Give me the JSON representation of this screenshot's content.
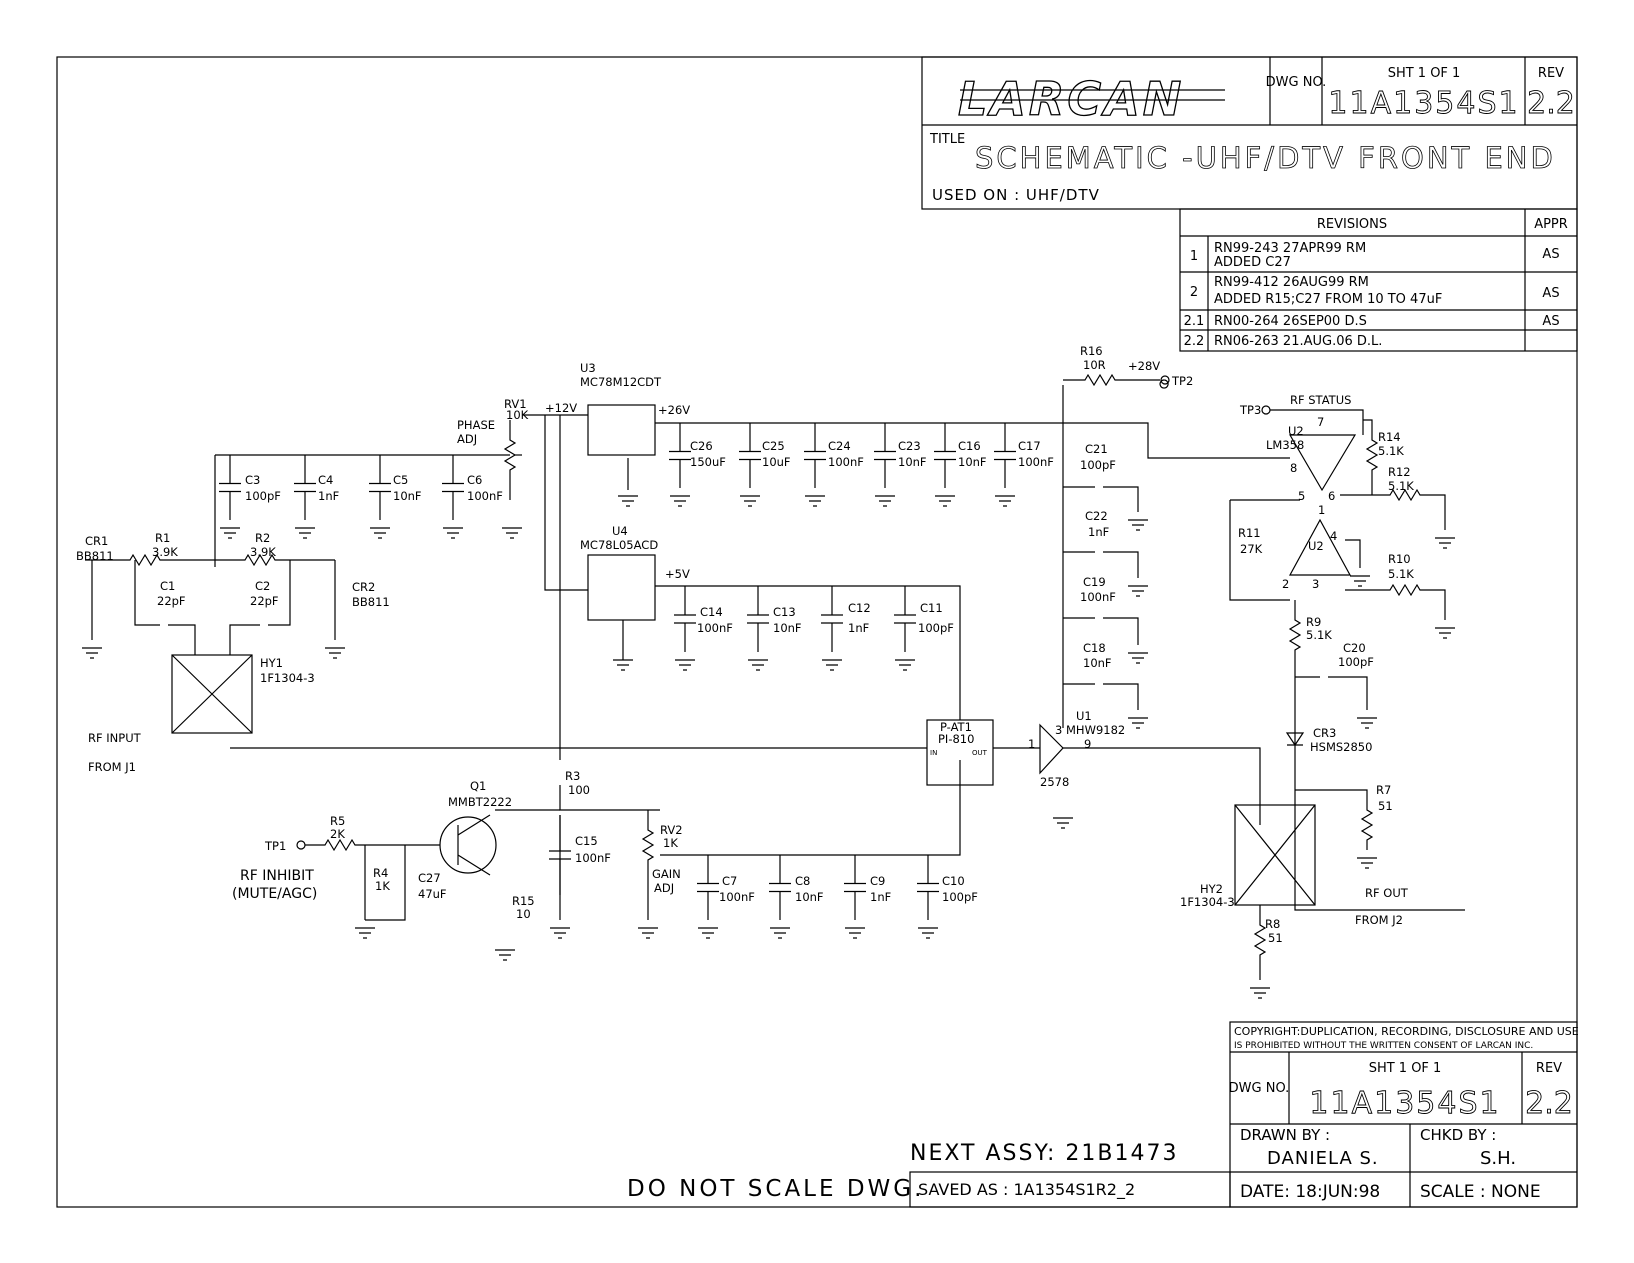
{
  "title_block_top": {
    "logo_text": "LARCAN",
    "dwg_no_label": "DWG NO.",
    "sheet_label": "SHT 1 OF 1",
    "dwg_number": "11A1354S1",
    "rev_label": "REV",
    "rev_value": "2.2",
    "title_label": "TITLE",
    "title": "SCHEMATIC -UHF/DTV FRONT END",
    "used_on": "USED ON : UHF/DTV"
  },
  "revisions": {
    "header": "REVISIONS",
    "appr_header": "APPR",
    "rows": [
      {
        "rev": "1",
        "text1": "RN99-243     27APR99      RM",
        "text2": "ADDED C27",
        "appr": "AS"
      },
      {
        "rev": "2",
        "text1": "RN99-412     26AUG99      RM",
        "text2": "ADDED R15;C27 FROM 10 TO 47uF",
        "appr": "AS"
      },
      {
        "rev": "2.1",
        "text1": "RN00-264     26SEP00      D.S",
        "text2": "",
        "appr": "AS"
      },
      {
        "rev": "2.2",
        "text1": "RN06-263     21.AUG.06      D.L.",
        "text2": "",
        "appr": ""
      }
    ]
  },
  "title_block_bottom": {
    "copyright": "COPYRIGHT:DUPLICATION, RECORDING, DISCLOSURE AND USE",
    "copyright2": "IS PROHIBITED WITHOUT THE WRITTEN CONSENT OF LARCAN INC.",
    "dwg_no_label": "DWG NO.",
    "sheet_label": "SHT 1 OF 1",
    "dwg_number": "11A1354S1",
    "rev_label": "REV",
    "rev_value": "2.2",
    "drawn_by_label": "DRAWN BY :",
    "drawn_by": "DANIELA S.",
    "chkd_by_label": "CHKD BY :",
    "chkd_by": "S.H.",
    "date": "DATE: 18:JUN:98",
    "scale": "SCALE : NONE",
    "next_assy": "NEXT ASSY: 21B1473",
    "saved_as": "SAVED AS : 1A1354S1R2_2",
    "do_not_scale": "DO NOT SCALE DWG."
  },
  "labels": {
    "u3_name": "U3",
    "u3_part": "MC78M12CDT",
    "u4_name": "U4",
    "u4_part": "MC78L05ACD",
    "plus12": "+12V",
    "plus26": "+26V",
    "plus5": "+5V",
    "plus28": "+28V",
    "rv1": "RV1",
    "rv1_val": "10K",
    "phase": "PHASE",
    "adj": "ADJ",
    "c3": "C3",
    "c3v": "100pF",
    "c4": "C4",
    "c4v": "1nF",
    "c5": "C5",
    "c5v": "10nF",
    "c6": "C6",
    "c6v": "100nF",
    "c26": "C26",
    "c26v": "150uF",
    "c25": "C25",
    "c25v": "10uF",
    "c24": "C24",
    "c24v": "100nF",
    "c23": "C23",
    "c23v": "10nF",
    "c16": "C16",
    "c16v": "10nF",
    "c17": "C17",
    "c17v": "100nF",
    "c14": "C14",
    "c14v": "100nF",
    "c13": "C13",
    "c13v": "10nF",
    "c12": "C12",
    "c12v": "1nF",
    "c11": "C11",
    "c11v": "100pF",
    "c21": "C21",
    "c21v": "100pF",
    "c22": "C22",
    "c22v": "1nF",
    "c19": "C19",
    "c19v": "100nF",
    "c18": "C18",
    "c18v": "10nF",
    "cr1": "CR1",
    "cr1v": "BB811",
    "cr2": "CR2",
    "cr2v": "BB811",
    "r1": "R1",
    "r1v": "3.9K",
    "r2": "R2",
    "r2v": "3.9K",
    "c1": "C1",
    "c1v": "22pF",
    "c2": "C2",
    "c2v": "22pF",
    "hy1": "HY1",
    "hy1v": "1F1304-3",
    "rf_input": "RF INPUT",
    "from_j1": "FROM J1",
    "at1": "P-AT1",
    "at1v": "PI-810",
    "in": "IN",
    "out": "OUT",
    "u1": "U1",
    "u1v": "MHW9182",
    "u1p1": "1",
    "u1p3": "3",
    "u1p9": "9",
    "u1pins": "2578",
    "r16": "R16",
    "r16v": "10R",
    "tp2": "TP2",
    "tp3": "TP3",
    "rf_status": "RF STATUS",
    "u2a": "U2",
    "u2av": "LM358",
    "p8": "8",
    "p7": "7",
    "p5": "5",
    "p6": "6",
    "p1": "1",
    "p4": "4",
    "p2": "2",
    "p3": "3",
    "u2b": "U2",
    "r14": "R14",
    "r14v": "5.1K",
    "r12": "R12",
    "r12v": "5.1K",
    "r11": "R11",
    "r11v": "27K",
    "r10": "R10",
    "r10v": "5.1K",
    "r9": "R9",
    "r9v": "5.1K",
    "c20": "C20",
    "c20v": "100pF",
    "cr3": "CR3",
    "cr3v": "HSMS2850",
    "r7": "R7",
    "r7v": "51",
    "hy2": "HY2",
    "hy2v": "1F1304-3",
    "r8": "R8",
    "r8v": "51",
    "rf_out": "RF OUT",
    "from_j2": "FROM J2",
    "r3": "R3",
    "r3v": "100",
    "q1": "Q1",
    "q1v": "MMBT2222",
    "r5": "R5",
    "r5v": "2K",
    "tp1": "TP1",
    "r4": "R4",
    "r4v": "1K",
    "c27": "C27",
    "c27v": "47uF",
    "r15": "R15",
    "r15v": "10",
    "rf_inhibit": "RF INHIBIT",
    "mute_agc": "(MUTE/AGC)",
    "c15": "C15",
    "c15v": "100nF",
    "rv2": "RV2",
    "rv2v": "1K",
    "gain": "GAIN",
    "gain_adj": "ADJ",
    "c7": "C7",
    "c7v": "100nF",
    "c8": "C8",
    "c8v": "10nF",
    "c9": "C9",
    "c9v": "1nF",
    "c10": "C10",
    "c10v": "100pF"
  }
}
